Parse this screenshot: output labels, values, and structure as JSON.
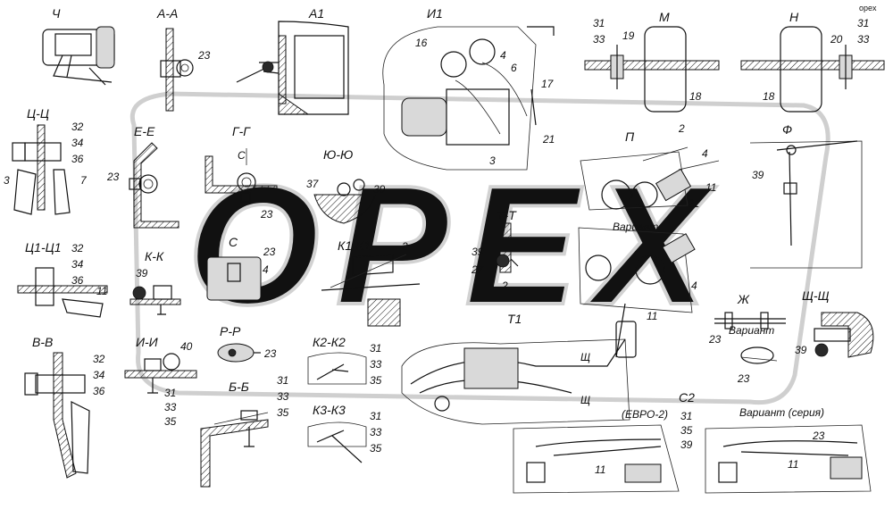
{
  "watermark": "OPEX",
  "corner_mark": "opex",
  "colors": {
    "line": "#111111",
    "watermark": "#cfcfcf",
    "background": "#ffffff"
  },
  "views": {
    "ch": {
      "label": "Ч"
    },
    "aa": {
      "label": "А-А",
      "callouts": [
        "23"
      ]
    },
    "a1": {
      "label": "А1"
    },
    "i1": {
      "label": "И1",
      "callouts": [
        "16",
        "4",
        "6",
        "17",
        "21",
        "3"
      ]
    },
    "m": {
      "label": "М",
      "callouts": [
        "31",
        "33",
        "19",
        "18"
      ]
    },
    "n": {
      "label": "Н",
      "callouts": [
        "31",
        "33",
        "20",
        "18"
      ]
    },
    "cc": {
      "label": "Ц-Ц",
      "callouts": [
        "32",
        "34",
        "36",
        "3",
        "7"
      ]
    },
    "ee": {
      "label": "Е-Е",
      "callouts": [
        "23"
      ]
    },
    "gg": {
      "label": "Г-Г",
      "callouts": [
        "С",
        "23"
      ]
    },
    "yuyu": {
      "label": "Ю-Ю",
      "callouts": [
        "37",
        "39"
      ]
    },
    "p": {
      "label": "П",
      "callouts": [
        "2",
        "4",
        "11",
        "21",
        "4",
        "11"
      ],
      "variant": "Вариант"
    },
    "f": {
      "label": "Ф",
      "callouts": [
        "39"
      ]
    },
    "c1c1": {
      "label": "Ц1-Ц1",
      "callouts": [
        "32",
        "34",
        "36",
        "11"
      ]
    },
    "c": {
      "label": "С",
      "callouts": [
        "23",
        "4"
      ]
    },
    "kk": {
      "label": "К-К",
      "callouts": [
        "39"
      ]
    },
    "k1k1": {
      "label": "К1-К1",
      "callouts": [
        "2"
      ]
    },
    "tt": {
      "label": "Т-Т",
      "callouts": [
        "39",
        "27",
        "2"
      ]
    },
    "zh": {
      "label": "Ж",
      "callouts": [
        "23",
        "23"
      ],
      "variant": "Вариант"
    },
    "shsh": {
      "label": "Щ-Щ",
      "callouts": [
        "39"
      ]
    },
    "vv": {
      "label": "В-В",
      "callouts": [
        "32",
        "34",
        "36"
      ]
    },
    "ii": {
      "label": "И-И",
      "callouts": [
        "40",
        "31",
        "33",
        "35"
      ]
    },
    "rr": {
      "label": "Р-Р",
      "callouts": [
        "23"
      ]
    },
    "k2k2": {
      "label": "К2-К2",
      "callouts": [
        "31",
        "33",
        "35"
      ]
    },
    "t1": {
      "label": "Т1",
      "callouts": [
        "Щ",
        "Щ"
      ]
    },
    "bb": {
      "label": "Б-Б",
      "callouts": [
        "31",
        "33",
        "35"
      ]
    },
    "k3k3": {
      "label": "К3-К3",
      "callouts": [
        "31",
        "33",
        "35"
      ]
    },
    "c2": {
      "label": "С2",
      "left_title": "(ЕВРО-2)",
      "left_callouts": [
        "31",
        "35",
        "39",
        "11"
      ],
      "right_title": "Вариант (серия)",
      "right_callouts": [
        "23",
        "11"
      ]
    }
  }
}
